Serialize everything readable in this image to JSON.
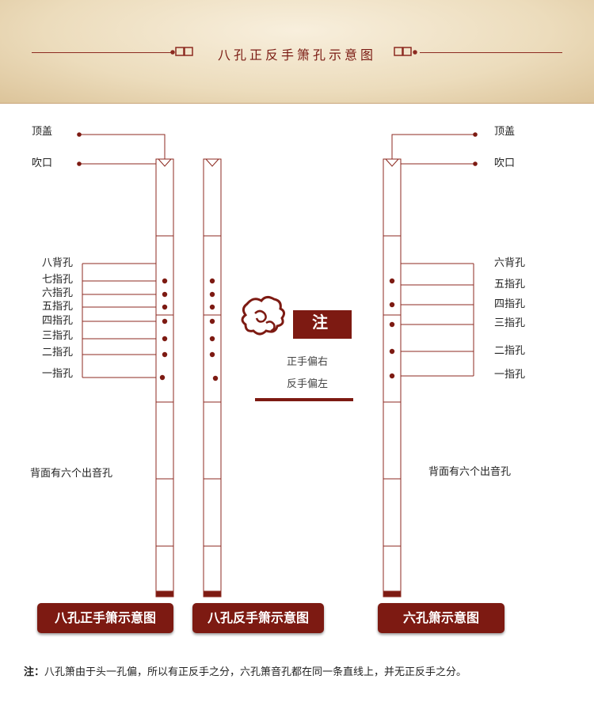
{
  "header": {
    "title": "八孔正反手箫孔示意图"
  },
  "left_labels": {
    "top_cap": "顶盖",
    "mouthpiece": "吹口",
    "holes": [
      "八背孔",
      "七指孔",
      "六指孔",
      "五指孔",
      "四指孔",
      "三指孔",
      "二指孔",
      "一指孔"
    ],
    "back_note": "背面有六个出音孔"
  },
  "right_labels": {
    "top_cap": "顶盖",
    "mouthpiece": "吹口",
    "holes": [
      "六背孔",
      "五指孔",
      "四指孔",
      "三指孔",
      "二指孔",
      "一指孔"
    ],
    "back_note": "背面有六个出音孔"
  },
  "note_box": {
    "title": "注",
    "line1": "正手偏右",
    "line2": "反手偏左"
  },
  "pills": {
    "left": "八孔正手箫示意图",
    "middle": "八孔反手箫示意图",
    "right": "六孔箫示意图"
  },
  "footer": {
    "prefix": "注：",
    "text": "八孔箫由于头一孔偏，所以有正反手之分，六孔箫音孔都在同一条直线上，并无正反手之分。"
  },
  "colors": {
    "dark_red": "#7d1a12",
    "line_red": "#8c2a20",
    "cream": "#ecdcbc"
  }
}
